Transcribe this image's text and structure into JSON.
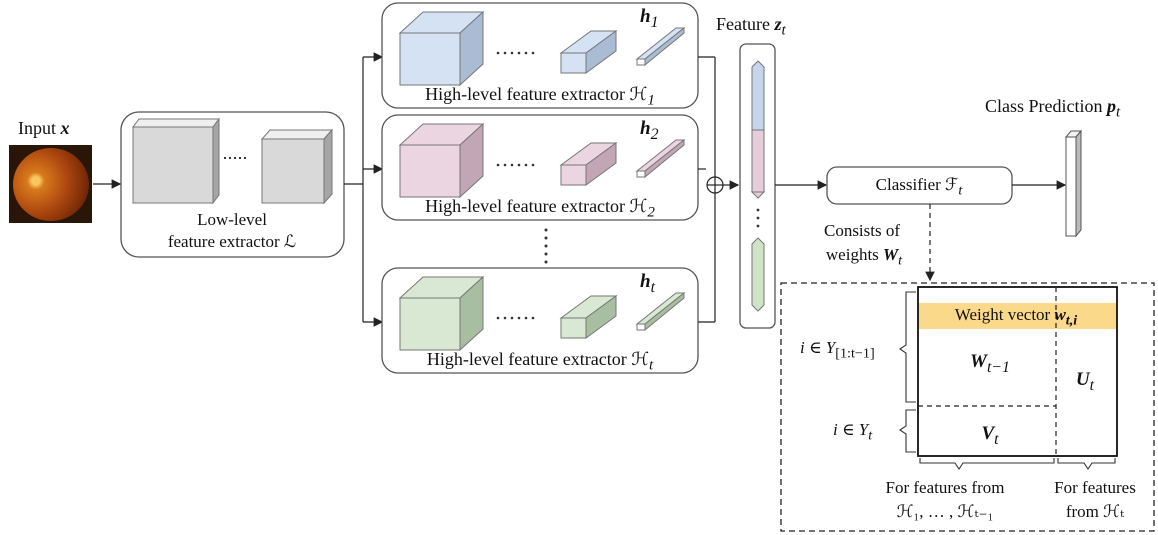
{
  "input": {
    "label": "Input ",
    "var": "x"
  },
  "low_level": {
    "line1": "Low-level",
    "line2": "feature extractor ℒ",
    "dots": "·····"
  },
  "high_level": [
    {
      "id": "h1",
      "caption": "High-level feature extractor ℋ",
      "sub": "1",
      "feature": "h",
      "feature_sub": "1",
      "color": "#d4e2f3",
      "dark": "#a9bcd4"
    },
    {
      "id": "h2",
      "caption": "High-level feature extractor ℋ",
      "sub": "2",
      "feature": "h",
      "feature_sub": "2",
      "color": "#ead5e0",
      "dark": "#c3a6b6"
    },
    {
      "id": "ht",
      "caption": "High-level feature extractor ℋ",
      "sub": "t",
      "feature": "h",
      "feature_sub": "t",
      "color": "#d9e8d3",
      "dark": "#a8bea0"
    }
  ],
  "feature_z": {
    "label": "Feature ",
    "var": "z",
    "sub": "t"
  },
  "classifier": {
    "label": "Classifier ℱ",
    "sub": "t"
  },
  "class_prediction": {
    "label": "Class Prediction ",
    "var": "p",
    "sub": "t"
  },
  "weights_note": {
    "line1": "Consists of",
    "line2": "weights ",
    "var": "W",
    "sub": "t"
  },
  "matrix": {
    "weight_vector": "Weight vector ",
    "weight_vector_var": "w",
    "weight_vector_sub": "t,i",
    "w_prev": "W",
    "w_prev_sub": "t−1",
    "u": "U",
    "u_sub": "t",
    "v": "V",
    "v_sub": "t",
    "row1": "i ∈ Y",
    "row1_sub": "[1:t−1]",
    "row2": "i ∈ Y",
    "row2_sub": "t",
    "col1_line1": "For features from",
    "col1_line2": "ℋ₁, … , ℋₜ₋₁",
    "col2_line1": "For features",
    "col2_line2": "from ℋₜ",
    "highlight_color": "#fad98a"
  },
  "colors": {
    "gray_cube": "#d9d9d9",
    "gray_dark": "#a6a6a6",
    "stroke": "#333333"
  }
}
